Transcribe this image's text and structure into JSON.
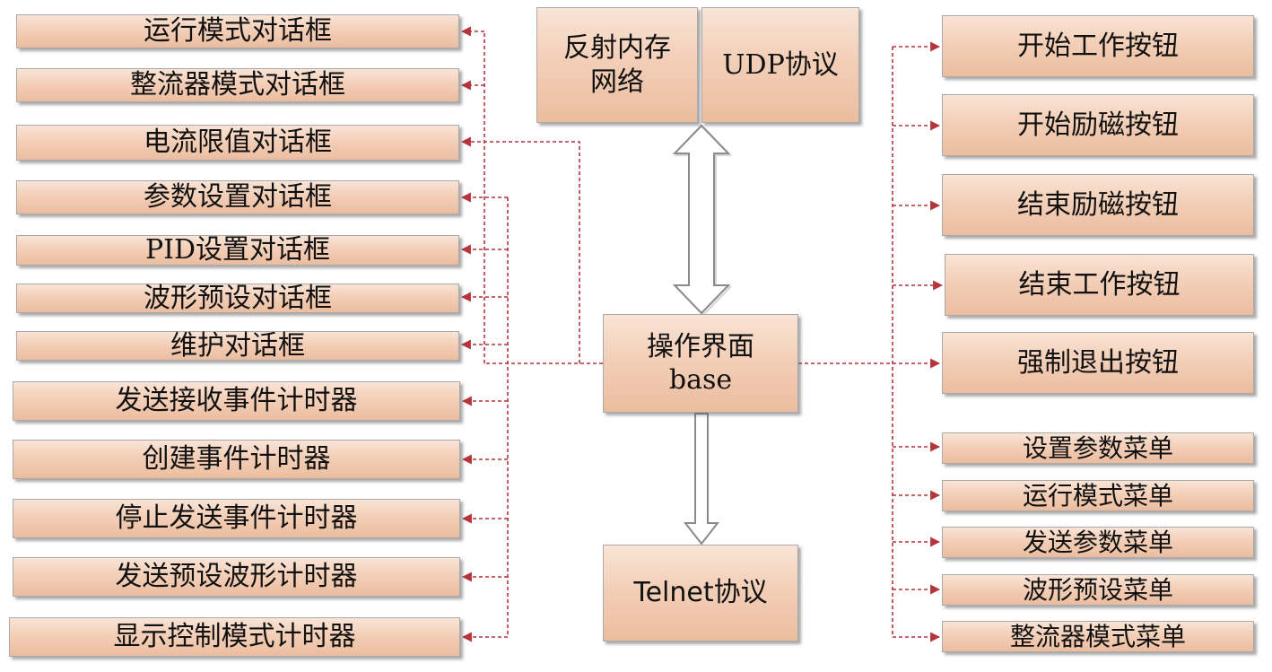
{
  "colors": {
    "box_top": "#f9e4d6",
    "box_bottom": "#ecbd9f",
    "connector": "#b5353a",
    "arrow_fill": "#ffffff"
  },
  "center": {
    "reflective_memory": "反射内存\n网络",
    "udp": "UDP协议",
    "base": "操作界面\nbase",
    "telnet": "Telnet协议"
  },
  "left": [
    "运行模式对话框",
    "整流器模式对话框",
    "电流限值对话框",
    "参数设置对话框",
    "PID设置对话框",
    "波形预设对话框",
    "维护对话框",
    "发送接收事件计时器",
    "创建事件计时器",
    "停止发送事件计时器",
    "发送预设波形计时器",
    "显示控制模式计时器"
  ],
  "right": [
    "开始工作按钮",
    "开始励磁按钮",
    "结束励磁按钮",
    "结束工作按钮",
    "强制退出按钮",
    "设置参数菜单",
    "运行模式菜单",
    "发送参数菜单",
    "波形预设菜单",
    "整流器模式菜单"
  ]
}
